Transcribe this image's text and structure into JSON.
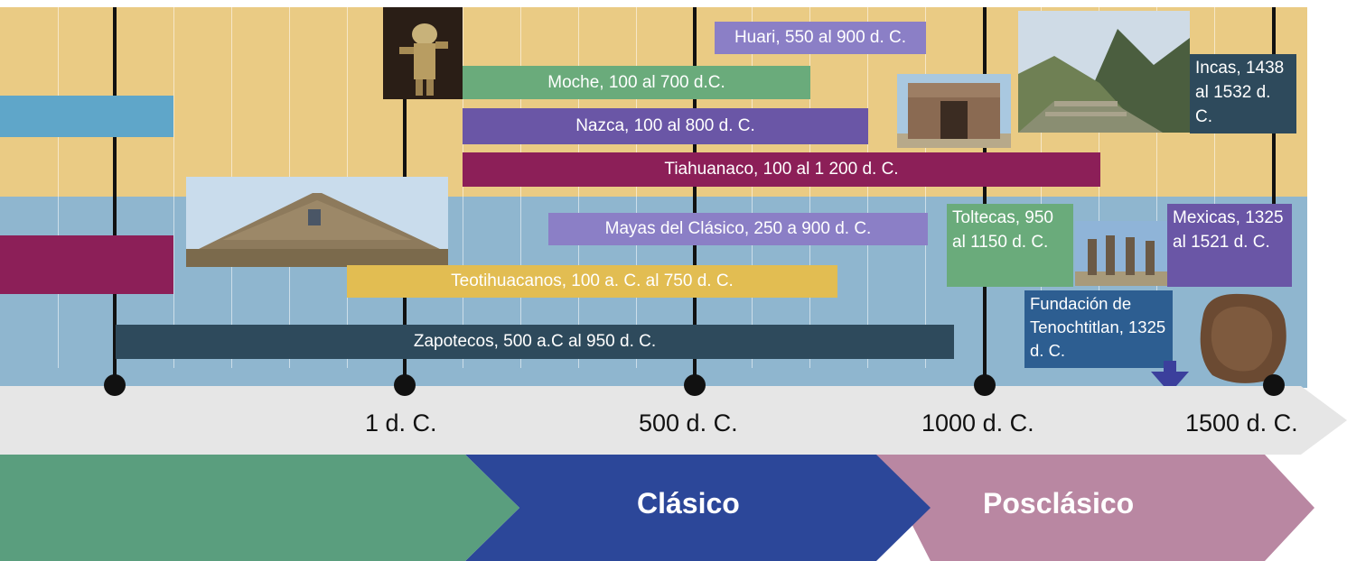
{
  "axis": {
    "ticks": [
      "1 d. C.",
      "500 d. C.",
      "1000 d. C.",
      "1500 d. C."
    ]
  },
  "andes": [
    {
      "label": "Huari, 550 al 900 d. C."
    },
    {
      "label": "Moche, 100 al 700 d.C."
    },
    {
      "label": "Nazca, 100 al 800 d. C."
    },
    {
      "label": "Tiahuanaco, 100 al 1 200 d. C."
    },
    {
      "label": "Incas, 1438 al 1532 d. C."
    }
  ],
  "meso": [
    {
      "label": "Mayas del Clásico, 250 a 900 d. C."
    },
    {
      "label": "Teotihuacanos, 100 a. C. al 750 d. C."
    },
    {
      "label": "Zapotecos, 500 a.C al 950 d. C."
    },
    {
      "label": "Toltecas, 950 al 1150 d. C."
    },
    {
      "label": "Mexicas, 1325 al 1521 d. C."
    },
    {
      "label": "Fundación de Tenochtitlan, 1325 d. C."
    }
  ],
  "periods": [
    "Clásico",
    "Posclásico"
  ],
  "colors": {
    "andes_band": "#eacb84",
    "meso_band": "#8fb6cf",
    "moche": "#6aab7b",
    "nazca": "#6a56a6",
    "huari": "#8b7fc6",
    "tiahuanaco": "#8c1f58",
    "incas": "#2e4a5c",
    "mayas": "#8b7fc6",
    "teotihuacanos": "#e2bd52",
    "zapotecos": "#2e4a5c",
    "toltecas": "#6aab7b",
    "mexicas": "#6a56a6",
    "tenochtitlan": "#2d5e91",
    "preclasico": "#5a9e7e",
    "clasico": "#2c4799",
    "posclasico": "#b987a2"
  }
}
